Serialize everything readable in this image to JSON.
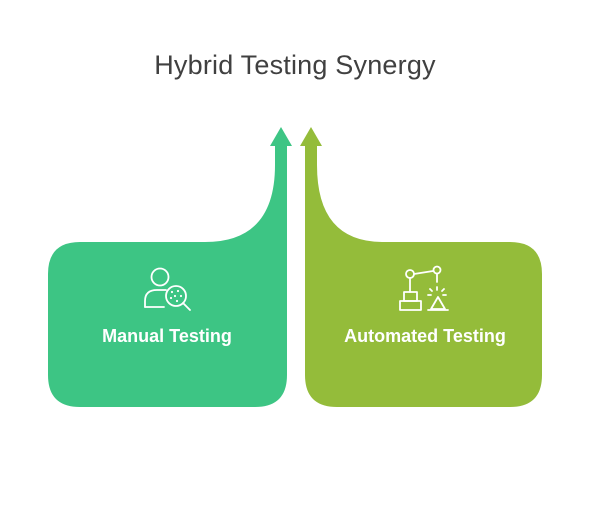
{
  "title": "Hybrid Testing Synergy",
  "colors": {
    "manual": "#3DC584",
    "automated": "#94BC3A",
    "title_text": "#404040",
    "label_text": "#ffffff"
  },
  "cards": [
    {
      "label": "Manual Testing",
      "icon": "person-magnifier-icon",
      "color": "#3DC584"
    },
    {
      "label": "Automated Testing",
      "icon": "robot-arm-icon",
      "color": "#94BC3A"
    }
  ]
}
